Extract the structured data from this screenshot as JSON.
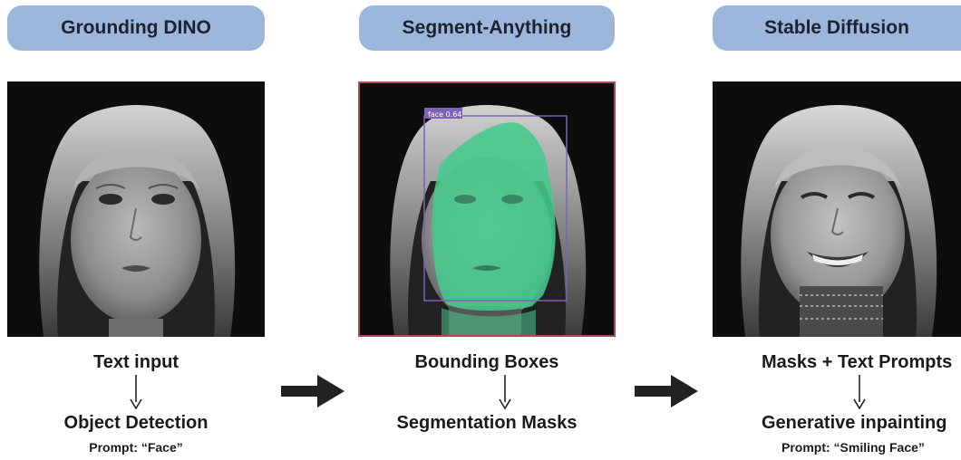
{
  "stages": [
    {
      "title": "Grounding DINO",
      "input": "Text input",
      "output": "Object Detection",
      "prompt": "Prompt: “Face”"
    },
    {
      "title": "Segment-Anything",
      "detection_label": "face 0.64",
      "input": "Bounding Boxes",
      "output": "Segmentation Masks"
    },
    {
      "title": "Stable Diffusion",
      "input": "Masks + Text Prompts",
      "output": "Generative inpainting",
      "prompt": "Prompt: “Smiling Face”"
    }
  ],
  "colors": {
    "header_pill": "#9cb6dc",
    "mask": "#45c98c",
    "box": "#7d63b8",
    "frame": "#b04850"
  }
}
